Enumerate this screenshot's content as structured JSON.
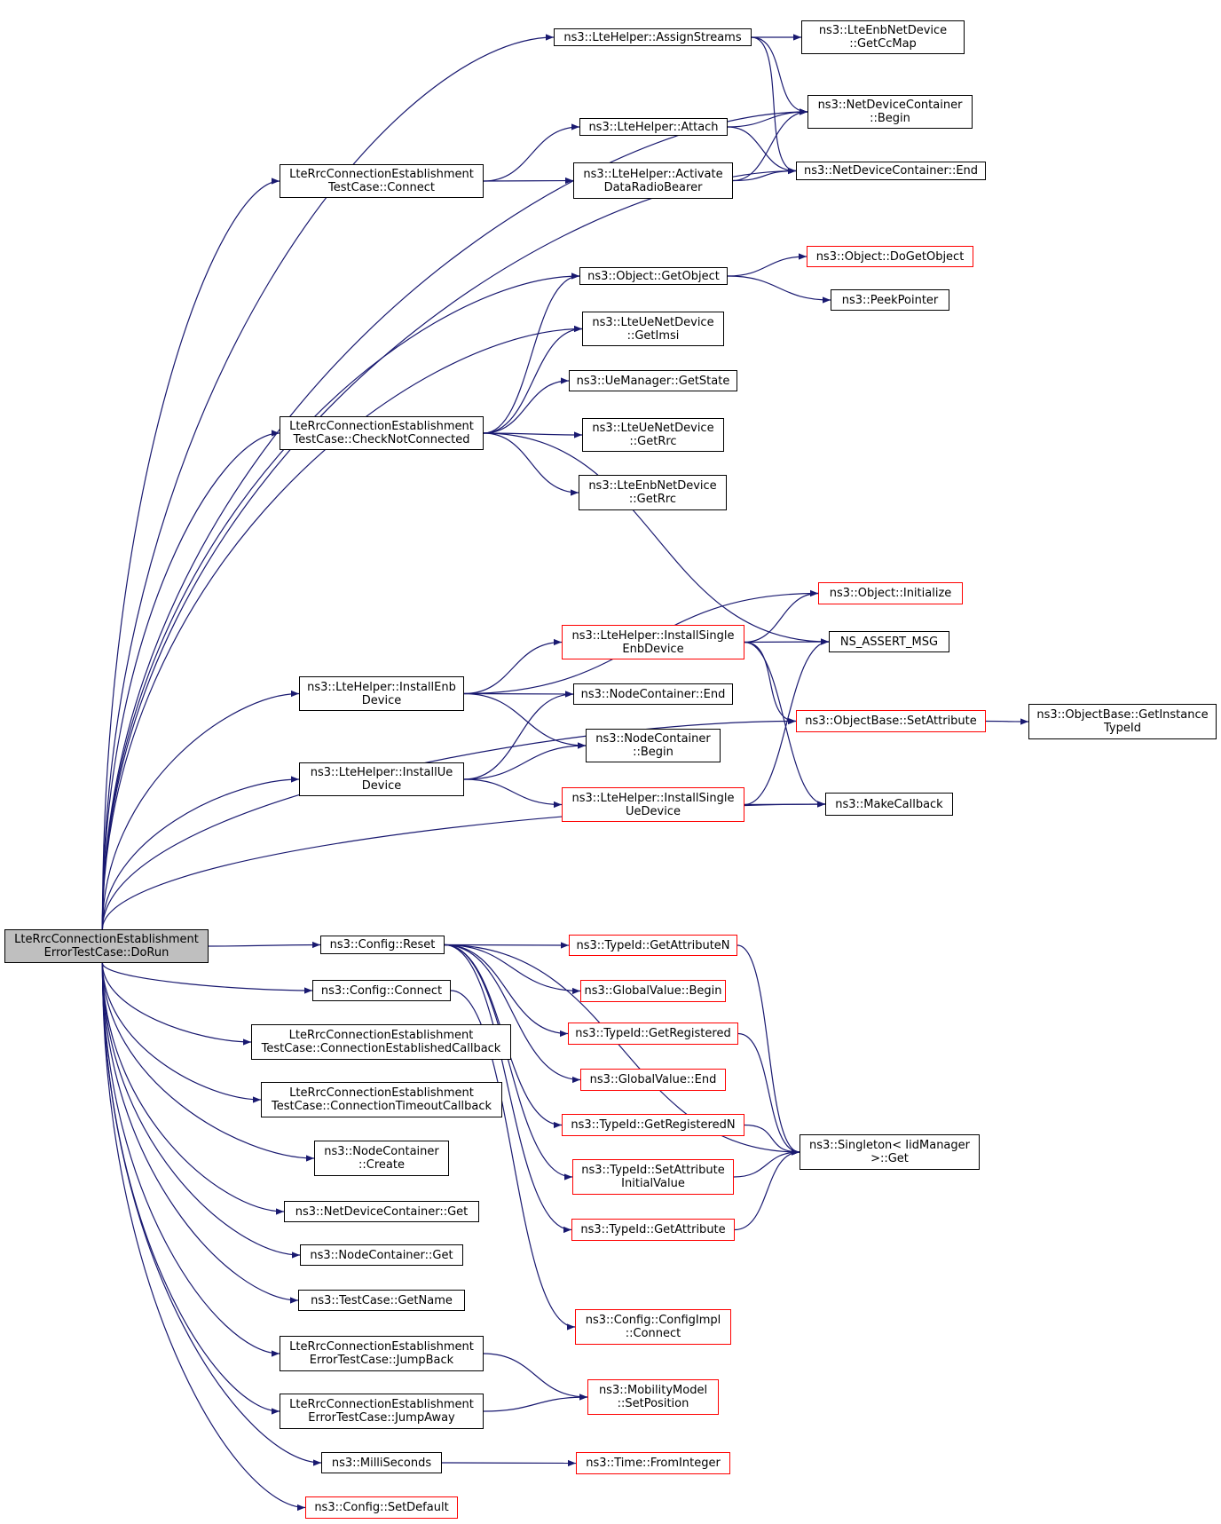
{
  "diagram": {
    "colors": {
      "edge": "#191970",
      "node_border": "#000000",
      "truncated_border": "#ff0000",
      "root_fill": "#bfbfbf"
    },
    "nodes": [
      {
        "id": "root",
        "lines": [
          "LteRrcConnectionEstablishment",
          "ErrorTestCase::DoRun"
        ],
        "root": true
      },
      {
        "id": "assignStreams",
        "lines": [
          "ns3::LteHelper::AssignStreams"
        ]
      },
      {
        "id": "getCcMap",
        "lines": [
          "ns3::LteEnbNetDevice",
          "::GetCcMap"
        ]
      },
      {
        "id": "ndcBegin",
        "lines": [
          "ns3::NetDeviceContainer",
          "::Begin"
        ]
      },
      {
        "id": "attach",
        "lines": [
          "ns3::LteHelper::Attach"
        ]
      },
      {
        "id": "tcConnect",
        "lines": [
          "LteRrcConnectionEstablishment",
          "TestCase::Connect"
        ]
      },
      {
        "id": "activateDRB",
        "lines": [
          "ns3::LteHelper::Activate",
          "DataRadioBearer"
        ]
      },
      {
        "id": "ndcEnd",
        "lines": [
          "ns3::NetDeviceContainer::End"
        ]
      },
      {
        "id": "getObject",
        "lines": [
          "ns3::Object::GetObject"
        ]
      },
      {
        "id": "doGetObject",
        "lines": [
          "ns3::Object::DoGetObject"
        ],
        "red": true
      },
      {
        "id": "peekPointer",
        "lines": [
          "ns3::PeekPointer"
        ]
      },
      {
        "id": "getImsi",
        "lines": [
          "ns3::LteUeNetDevice",
          "::GetImsi"
        ]
      },
      {
        "id": "getState",
        "lines": [
          "ns3::UeManager::GetState"
        ]
      },
      {
        "id": "checkNotConnected",
        "lines": [
          "LteRrcConnectionEstablishment",
          "TestCase::CheckNotConnected"
        ]
      },
      {
        "id": "ueGetRrc",
        "lines": [
          "ns3::LteUeNetDevice",
          "::GetRrc"
        ]
      },
      {
        "id": "enbGetRrc",
        "lines": [
          "ns3::LteEnbNetDevice",
          "::GetRrc"
        ]
      },
      {
        "id": "objInitialize",
        "lines": [
          "ns3::Object::Initialize"
        ],
        "red": true
      },
      {
        "id": "installSingleEnb",
        "lines": [
          "ns3::LteHelper::InstallSingle",
          "EnbDevice"
        ],
        "red": true
      },
      {
        "id": "nsAssert",
        "lines": [
          "NS_ASSERT_MSG"
        ]
      },
      {
        "id": "installEnb",
        "lines": [
          "ns3::LteHelper::InstallEnb",
          "Device"
        ]
      },
      {
        "id": "ncEnd",
        "lines": [
          "ns3::NodeContainer::End"
        ]
      },
      {
        "id": "setAttribute",
        "lines": [
          "ns3::ObjectBase::SetAttribute"
        ],
        "red": true
      },
      {
        "id": "getInstanceTypeId",
        "lines": [
          "ns3::ObjectBase::GetInstance",
          "TypeId"
        ]
      },
      {
        "id": "ncBegin",
        "lines": [
          "ns3::NodeContainer",
          "::Begin"
        ]
      },
      {
        "id": "installUe",
        "lines": [
          "ns3::LteHelper::InstallUe",
          "Device"
        ]
      },
      {
        "id": "installSingleUe",
        "lines": [
          "ns3::LteHelper::InstallSingle",
          "UeDevice"
        ],
        "red": true
      },
      {
        "id": "makeCallback",
        "lines": [
          "ns3::MakeCallback"
        ]
      },
      {
        "id": "configReset",
        "lines": [
          "ns3::Config::Reset"
        ]
      },
      {
        "id": "getAttributeN",
        "lines": [
          "ns3::TypeId::GetAttributeN"
        ],
        "red": true
      },
      {
        "id": "configConnect",
        "lines": [
          "ns3::Config::Connect"
        ]
      },
      {
        "id": "gvBegin",
        "lines": [
          "ns3::GlobalValue::Begin"
        ],
        "red": true
      },
      {
        "id": "connEstCb",
        "lines": [
          "LteRrcConnectionEstablishment",
          "TestCase::ConnectionEstablishedCallback"
        ]
      },
      {
        "id": "getRegistered",
        "lines": [
          "ns3::TypeId::GetRegistered"
        ],
        "red": true
      },
      {
        "id": "gvEnd",
        "lines": [
          "ns3::GlobalValue::End"
        ],
        "red": true
      },
      {
        "id": "connTimeoutCb",
        "lines": [
          "LteRrcConnectionEstablishment",
          "TestCase::ConnectionTimeoutCallback"
        ]
      },
      {
        "id": "getRegisteredN",
        "lines": [
          "ns3::TypeId::GetRegisteredN"
        ],
        "red": true
      },
      {
        "id": "singletonGet",
        "lines": [
          "ns3::Singleton< IidManager",
          ">::Get"
        ]
      },
      {
        "id": "ncCreate",
        "lines": [
          "ns3::NodeContainer",
          "::Create"
        ]
      },
      {
        "id": "setAttrInit",
        "lines": [
          "ns3::TypeId::SetAttribute",
          "InitialValue"
        ],
        "red": true
      },
      {
        "id": "ndcGet",
        "lines": [
          "ns3::NetDeviceContainer::Get"
        ]
      },
      {
        "id": "getAttribute",
        "lines": [
          "ns3::TypeId::GetAttribute"
        ],
        "red": true
      },
      {
        "id": "ncGet",
        "lines": [
          "ns3::NodeContainer::Get"
        ]
      },
      {
        "id": "getName",
        "lines": [
          "ns3::TestCase::GetName"
        ]
      },
      {
        "id": "configImplConnect",
        "lines": [
          "ns3::Config::ConfigImpl",
          "::Connect"
        ],
        "red": true
      },
      {
        "id": "jumpBack",
        "lines": [
          "LteRrcConnectionEstablishment",
          "ErrorTestCase::JumpBack"
        ]
      },
      {
        "id": "setPosition",
        "lines": [
          "ns3::MobilityModel",
          "::SetPosition"
        ],
        "red": true
      },
      {
        "id": "jumpAway",
        "lines": [
          "LteRrcConnectionEstablishment",
          "ErrorTestCase::JumpAway"
        ]
      },
      {
        "id": "milliSeconds",
        "lines": [
          "ns3::MilliSeconds"
        ]
      },
      {
        "id": "fromInteger",
        "lines": [
          "ns3::Time::FromInteger"
        ],
        "red": true
      },
      {
        "id": "setDefault",
        "lines": [
          "ns3::Config::SetDefault"
        ],
        "red": true
      }
    ],
    "edges": [
      [
        "root",
        "assignStreams"
      ],
      [
        "root",
        "ndcBegin"
      ],
      [
        "root",
        "tcConnect"
      ],
      [
        "root",
        "ndcEnd"
      ],
      [
        "root",
        "getObject"
      ],
      [
        "root",
        "getImsi"
      ],
      [
        "root",
        "checkNotConnected"
      ],
      [
        "root",
        "installEnb"
      ],
      [
        "root",
        "installUe"
      ],
      [
        "root",
        "setAttribute"
      ],
      [
        "root",
        "makeCallback"
      ],
      [
        "root",
        "configReset"
      ],
      [
        "root",
        "configConnect"
      ],
      [
        "root",
        "connEstCb"
      ],
      [
        "root",
        "connTimeoutCb"
      ],
      [
        "root",
        "ncCreate"
      ],
      [
        "root",
        "ndcGet"
      ],
      [
        "root",
        "ncGet"
      ],
      [
        "root",
        "getName"
      ],
      [
        "root",
        "jumpBack"
      ],
      [
        "root",
        "jumpAway"
      ],
      [
        "root",
        "milliSeconds"
      ],
      [
        "root",
        "setDefault"
      ],
      [
        "assignStreams",
        "getCcMap"
      ],
      [
        "assignStreams",
        "ndcBegin"
      ],
      [
        "assignStreams",
        "ndcEnd"
      ],
      [
        "tcConnect",
        "attach"
      ],
      [
        "tcConnect",
        "activateDRB"
      ],
      [
        "attach",
        "ndcBegin"
      ],
      [
        "attach",
        "ndcEnd"
      ],
      [
        "activateDRB",
        "ndcBegin"
      ],
      [
        "activateDRB",
        "ndcEnd"
      ],
      [
        "getObject",
        "doGetObject"
      ],
      [
        "getObject",
        "peekPointer"
      ],
      [
        "checkNotConnected",
        "getObject"
      ],
      [
        "checkNotConnected",
        "getImsi"
      ],
      [
        "checkNotConnected",
        "getState"
      ],
      [
        "checkNotConnected",
        "ueGetRrc"
      ],
      [
        "checkNotConnected",
        "enbGetRrc"
      ],
      [
        "checkNotConnected",
        "nsAssert"
      ],
      [
        "installEnb",
        "installSingleEnb"
      ],
      [
        "installEnb",
        "objInitialize"
      ],
      [
        "installEnb",
        "ncEnd"
      ],
      [
        "installEnb",
        "ncBegin"
      ],
      [
        "installSingleEnb",
        "objInitialize"
      ],
      [
        "installSingleEnb",
        "nsAssert"
      ],
      [
        "installSingleEnb",
        "setAttribute"
      ],
      [
        "installSingleEnb",
        "makeCallback"
      ],
      [
        "installUe",
        "ncEnd"
      ],
      [
        "installUe",
        "ncBegin"
      ],
      [
        "installUe",
        "installSingleUe"
      ],
      [
        "installSingleUe",
        "nsAssert"
      ],
      [
        "installSingleUe",
        "makeCallback"
      ],
      [
        "setAttribute",
        "getInstanceTypeId"
      ],
      [
        "configReset",
        "getAttributeN"
      ],
      [
        "configReset",
        "gvBegin"
      ],
      [
        "configReset",
        "getRegistered"
      ],
      [
        "configReset",
        "gvEnd"
      ],
      [
        "configReset",
        "getRegisteredN"
      ],
      [
        "configReset",
        "setAttrInit"
      ],
      [
        "configReset",
        "getAttribute"
      ],
      [
        "configReset",
        "singletonGet"
      ],
      [
        "configConnect",
        "configImplConnect"
      ],
      [
        "getAttributeN",
        "singletonGet"
      ],
      [
        "getRegistered",
        "singletonGet"
      ],
      [
        "getRegisteredN",
        "singletonGet"
      ],
      [
        "setAttrInit",
        "singletonGet"
      ],
      [
        "getAttribute",
        "singletonGet"
      ],
      [
        "jumpBack",
        "setPosition"
      ],
      [
        "jumpAway",
        "setPosition"
      ],
      [
        "milliSeconds",
        "fromInteger"
      ]
    ]
  }
}
